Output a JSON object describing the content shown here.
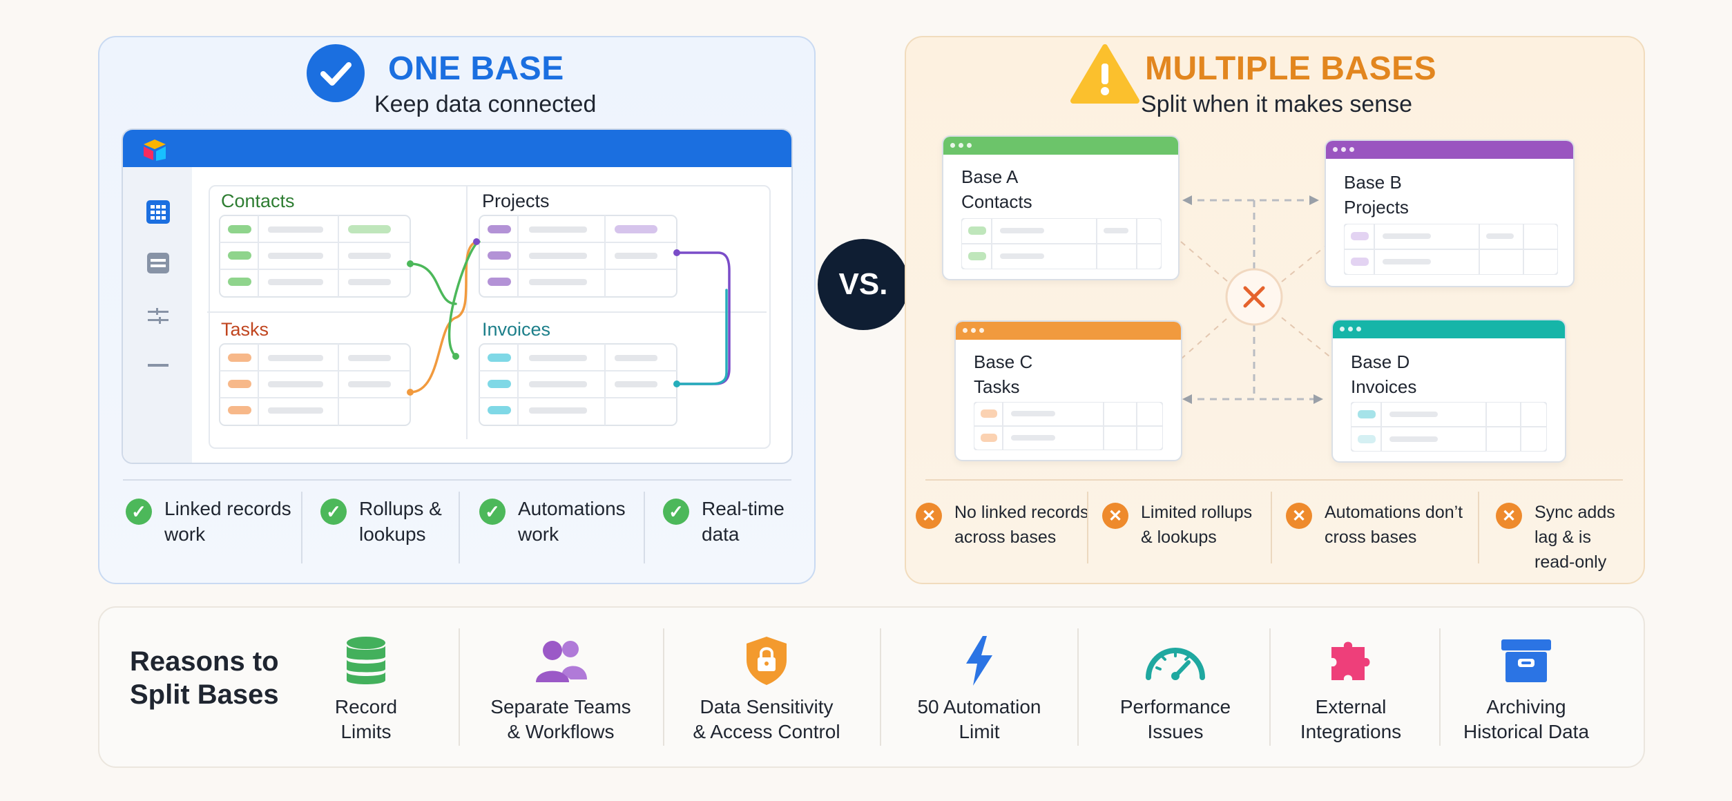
{
  "one_base": {
    "title": "ONE BASE",
    "subtitle": "Keep data connected",
    "tables": [
      {
        "name": "Contacts",
        "color": "#2e7d32"
      },
      {
        "name": "Projects",
        "color": "#1f2530"
      },
      {
        "name": "Tasks",
        "color": "#c0451f"
      },
      {
        "name": "Invoices",
        "color": "#1d7f8a"
      }
    ],
    "features": [
      {
        "label": "Linked records\nwork",
        "icon": "check-icon"
      },
      {
        "label": "Rollups &\nlookups",
        "icon": "check-icon"
      },
      {
        "label": "Automations\nwork",
        "icon": "check-icon"
      },
      {
        "label": "Real-time\ndata",
        "icon": "check-icon"
      }
    ],
    "accent": "#1b6fe0"
  },
  "vs_label": "VS.",
  "multiple_bases": {
    "title": "MULTIPLE BASES",
    "subtitle": "Split when it makes sense",
    "bases": [
      {
        "label": "Base A\nContacts",
        "color": "#6cc46a"
      },
      {
        "label": "Base B\nProjects",
        "color": "#9a55c0"
      },
      {
        "label": "Base C\nTasks",
        "color": "#f19a3e"
      },
      {
        "label": "Base D\nInvoices",
        "color": "#16b5a8"
      }
    ],
    "features": [
      {
        "label": "No linked records\nacross bases",
        "icon": "x-icon"
      },
      {
        "label": "Limited rollups\n& lookups",
        "icon": "x-icon"
      },
      {
        "label": "Automations don’t\ncross bases",
        "icon": "x-icon"
      },
      {
        "label": "Sync adds\nlag & is\nread-only",
        "icon": "x-icon"
      }
    ],
    "accent": "#e2861f"
  },
  "reasons": {
    "title": "Reasons to\nSplit Bases",
    "items": [
      {
        "label": "Record\nLimits",
        "icon": "database-icon"
      },
      {
        "label": "Separate Teams\n& Workflows",
        "icon": "users-icon"
      },
      {
        "label": "Data Sensitivity\n& Access Control",
        "icon": "lock-shield-icon"
      },
      {
        "label": "50 Automation\nLimit",
        "icon": "lightning-icon"
      },
      {
        "label": "Performance\nIssues",
        "icon": "gauge-icon"
      },
      {
        "label": "External\nIntegrations",
        "icon": "puzzle-icon"
      },
      {
        "label": "Archiving\nHistorical Data",
        "icon": "archive-icon"
      }
    ]
  }
}
